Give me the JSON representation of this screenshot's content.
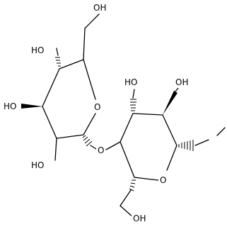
{
  "molecule": {
    "labels": {
      "top_oh": "OH",
      "left_ring_oh_upper": "HO",
      "left_ring_oh_middle": "HO",
      "left_ring_oh_lower": "HO",
      "left_ring_oxygen": "O",
      "bridge_oxygen": "O",
      "right_ring_oh_left": "HO",
      "right_ring_oh_right": "OH",
      "right_ring_oxygen": "O",
      "bottom_oh": "OH"
    }
  }
}
